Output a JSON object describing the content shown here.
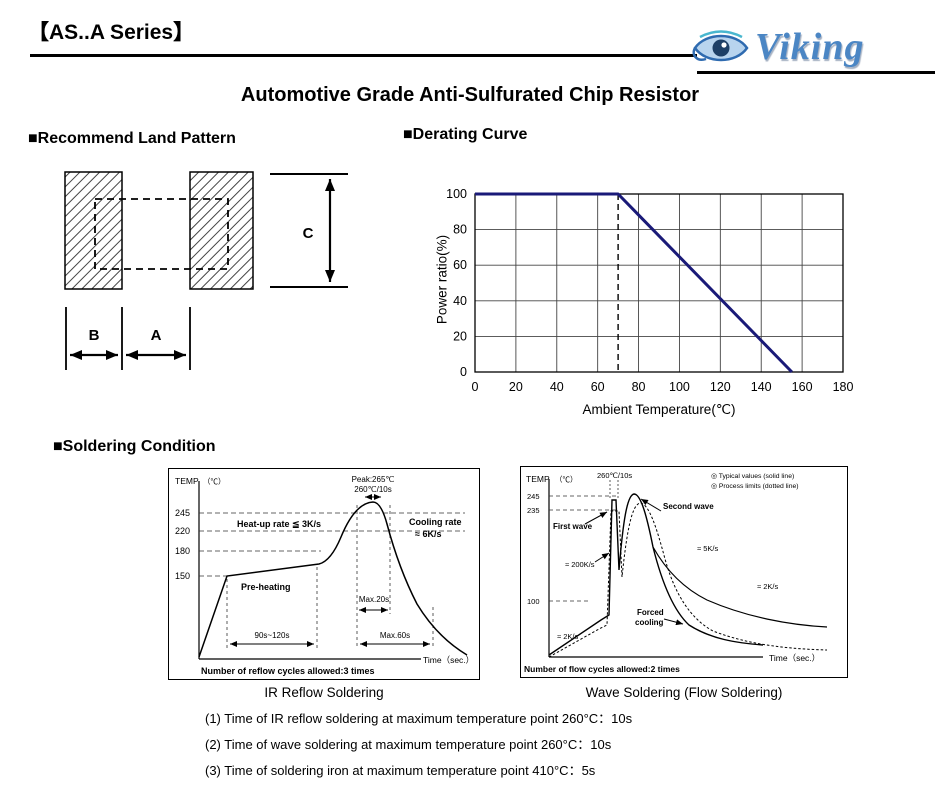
{
  "page": {
    "series_title": "【AS..A Series】",
    "brand": "Viking",
    "main_title": "Automotive Grade Anti-Sulfurated Chip Resistor"
  },
  "land_pattern": {
    "section_title": "■Recommend Land Pattern",
    "dim_a": "A",
    "dim_b": "B",
    "dim_c": "C"
  },
  "derating": {
    "section_title": "■Derating Curve",
    "ylabel": "Power ratio(%)",
    "xlabel": "Ambient Temperature(℃)"
  },
  "soldering": {
    "section_title": "■Soldering Condition",
    "ir": {
      "temp_axis": "TEMP",
      "temp_unit": "（℃）",
      "y_labels": [
        "245",
        "220",
        "180",
        "150"
      ],
      "heat_up": "Heat-up rate ≦ 3K/s",
      "peak": "Peak:265℃",
      "peak_time": "260℃/10s",
      "cooling_1": "Cooling rate",
      "cooling_2": "≈ 6K/s",
      "preheating": "Pre-heating",
      "max20": "Max.20s",
      "preheat_time": "90s~120s",
      "max60": "Max.60s",
      "cycles": "Number of reflow cycles allowed:3 times",
      "time_axis": "Time（sec.）",
      "caption": "IR Reflow Soldering"
    },
    "wave": {
      "temp_axis": "TEMP",
      "temp_unit": "（℃）",
      "peak_time": "260℃/10s",
      "legend_typical": "◎ Typical values (solid line)",
      "legend_limits": "◎ Process limits (dotted line)",
      "y_labels": [
        "245",
        "235",
        "100"
      ],
      "first_wave": "First wave",
      "second_wave": "Second wave",
      "rate_rise": "≈ 200K/s",
      "rate_5k": "≈ 5K/s",
      "rate_2k": "≈ 2K/s",
      "rate_preheat": "≈ 2K/s",
      "forced_cooling_1": "Forced",
      "forced_cooling_2": "cooling",
      "cycles": "Number of flow cycles allowed:2 times",
      "time_axis": "Time（sec.）",
      "caption": "Wave Soldering (Flow Soldering)"
    },
    "notes": [
      "(1) Time of IR reflow soldering at maximum temperature point 260°C：10s",
      "(2) Time of wave soldering at maximum temperature point 260°C：10s",
      "(3) Time of soldering iron at maximum temperature point 410°C：5s"
    ]
  },
  "chart_data": {
    "type": "line",
    "title": "Derating Curve",
    "xlabel": "Ambient Temperature(℃)",
    "ylabel": "Power ratio(%)",
    "xlim": [
      0,
      180
    ],
    "ylim": [
      0,
      100
    ],
    "x_ticks": [
      0,
      20,
      40,
      60,
      80,
      100,
      120,
      140,
      160,
      180
    ],
    "y_ticks": [
      0,
      20,
      40,
      60,
      80,
      100
    ],
    "grid": true,
    "reference_line_x": 70,
    "series": [
      {
        "name": "Power ratio",
        "color": "#1a1a78",
        "points": [
          [
            0,
            100
          ],
          [
            70,
            100
          ],
          [
            155,
            0
          ]
        ]
      }
    ]
  }
}
